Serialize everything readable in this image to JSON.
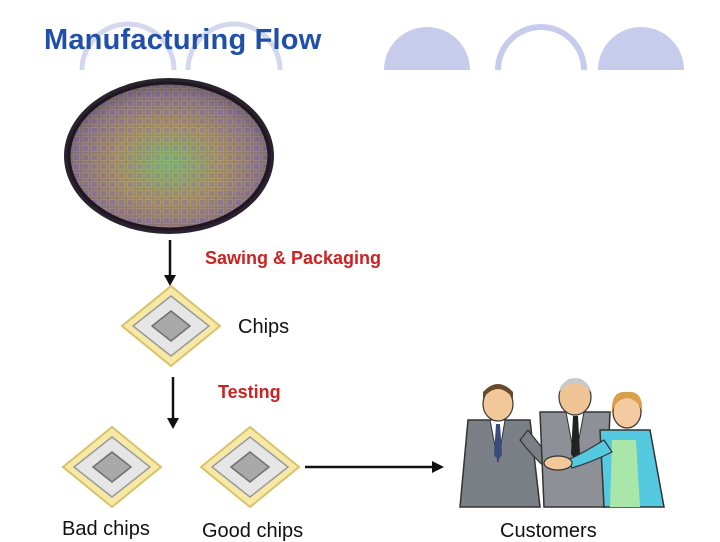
{
  "slide": {
    "title": "Manufacturing Flow"
  },
  "steps": {
    "sawing": "Sawing & Packaging",
    "testing": "Testing"
  },
  "labels": {
    "chips": "Chips",
    "bad_chips": "Bad chips",
    "good_chips": "Good chips",
    "customers": "Customers"
  },
  "colors": {
    "title": "#1f4fa8",
    "step_text": "#cc2222",
    "deco_circle": "#c8ccec",
    "chip_gold": "#f4e6a0",
    "chip_grey": "#a9a9a9"
  },
  "icons": {
    "wafer": "wafer-icon",
    "chip": "chip-icon",
    "customers": "handshake-people-icon"
  }
}
